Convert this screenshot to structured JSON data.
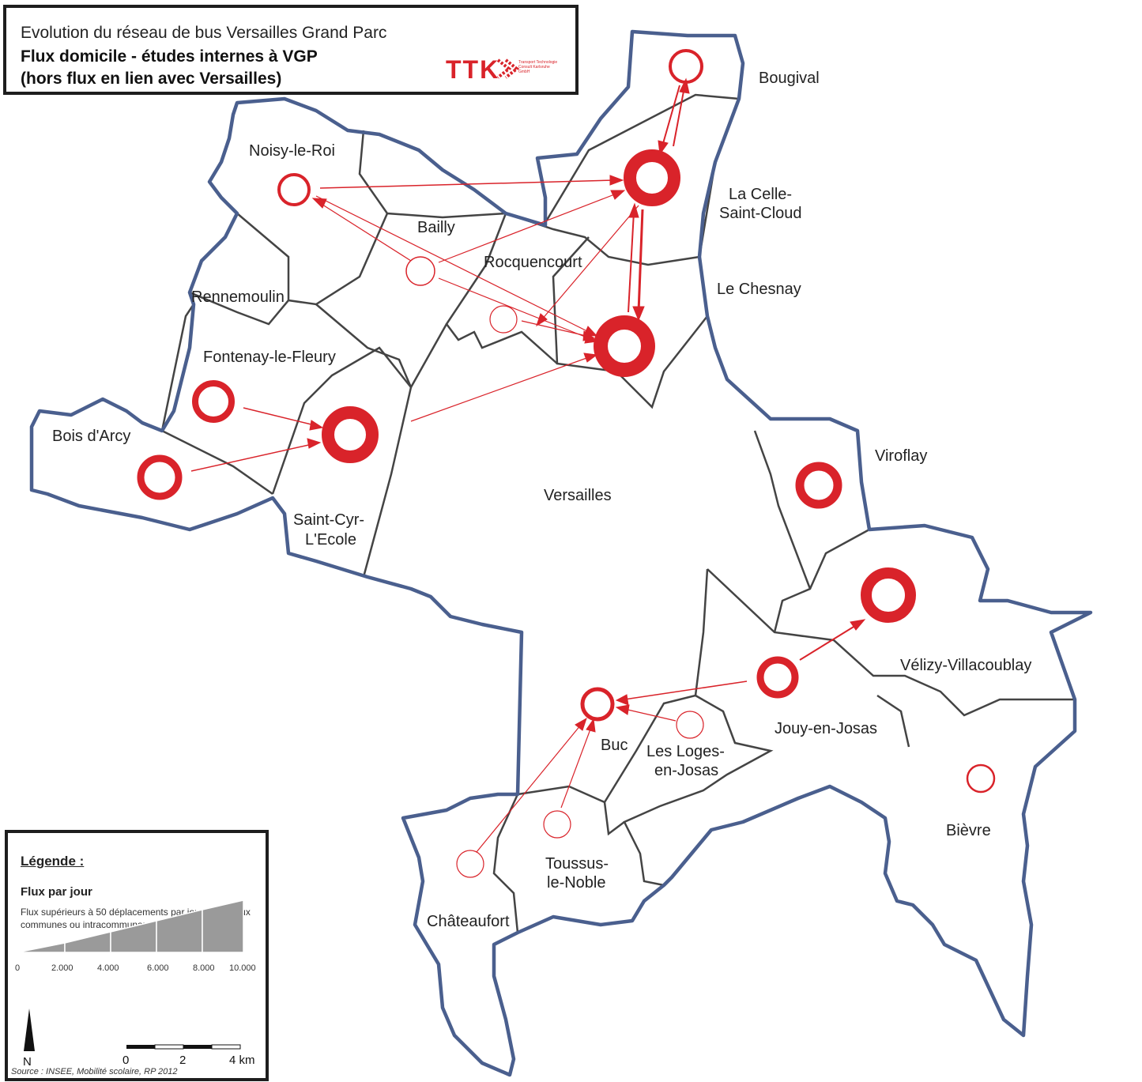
{
  "title": {
    "line1": "Evolution du réseau de bus Versailles Grand Parc",
    "line2": "Flux domicile - études internes à VGP",
    "line3": "(hors flux en lien avec Versailles)"
  },
  "logo": {
    "letters": "TTK",
    "tagline": "Transport Technologie Consult Karlsruhe GmbH"
  },
  "communes": {
    "bougival": "Bougival",
    "noisy": "Noisy-le-Roi",
    "lacelle1": "La Celle-",
    "lacelle2": "Saint-Cloud",
    "bailly": "Bailly",
    "rocquencourt": "Rocquencourt",
    "lechesnay": "Le Chesnay",
    "rennemoulin": "Rennemoulin",
    "fontenay": "Fontenay-le-Fleury",
    "boisdarcy": "Bois d'Arcy",
    "viroflay": "Viroflay",
    "versailles": "Versailles",
    "saintcyr1": "Saint-Cyr-",
    "saintcyr2": "L'Ecole",
    "velizy": "Vélizy-Villacoublay",
    "jouy": "Jouy-en-Josas",
    "buc": "Buc",
    "loges1": "Les Loges-",
    "loges2": "en-Josas",
    "bievre": "Bièvre",
    "toussus1": "Toussus-",
    "toussus2": "le-Noble",
    "chateaufort": "Châteaufort"
  },
  "legend": {
    "title": "Légende :",
    "subtitle": "Flux par jour",
    "description": "Flux supérieurs à 50 déplacements par jour entre deux communes ou intracommunaux",
    "ticks": [
      "0",
      "2.000",
      "4.000",
      "6.000",
      "8.000",
      "10.000"
    ],
    "north": "N",
    "scale": [
      "0",
      "2",
      "4 km"
    ],
    "source": "Source : INSEE, Mobilité scolaire, RP 2012"
  },
  "colors": {
    "flow": "#d9232a",
    "border_outer": "#4a5f8e",
    "border_inner": "#444444"
  }
}
